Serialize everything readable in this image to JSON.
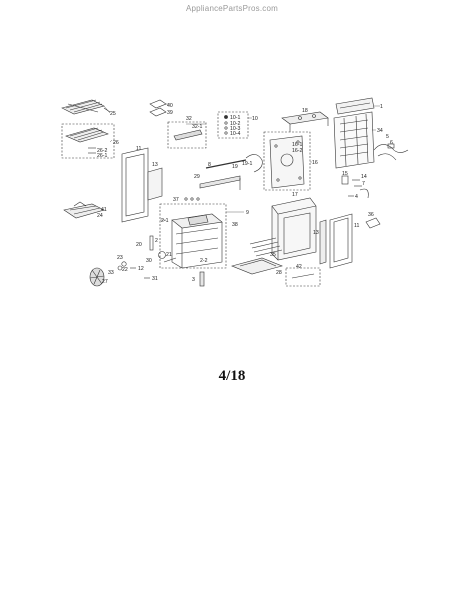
{
  "watermark": "AppliancePartsPros.com",
  "page_number": "4/18",
  "callouts": {
    "c25": "25",
    "c26": "26",
    "c262": "26-2",
    "c261": "26-1",
    "c40": "40",
    "c39": "39",
    "c32": "32",
    "c321": "32-1",
    "c10": "10",
    "c101": "10-1",
    "c102": "10-2",
    "c103": "10-3",
    "c104": "10-4",
    "c18": "18",
    "c1": "1",
    "c34": "34",
    "c5": "5",
    "c6": "6",
    "c11a": "11",
    "c13a": "13",
    "c8": "8",
    "c19": "19",
    "c191": "19-1",
    "c29": "29",
    "c16": "16",
    "c161": "16-1",
    "c162": "16-2",
    "c15": "15",
    "c14": "14",
    "c7": "7",
    "c4": "4",
    "c41": "41",
    "c24": "24",
    "c37": "37",
    "c38": "38",
    "c9": "9",
    "c17": "17",
    "c13b": "13",
    "c11b": "11",
    "c36": "36",
    "c21a": "2-1",
    "c2": "2",
    "c20": "20",
    "c21": "21",
    "c30": "30",
    "c22b": "2-2",
    "c23": "23",
    "c22": "22",
    "c12": "12",
    "c35": "35",
    "c28": "28",
    "c42": "42",
    "c27": "27",
    "c33": "33",
    "c31": "31",
    "c3": "3"
  }
}
